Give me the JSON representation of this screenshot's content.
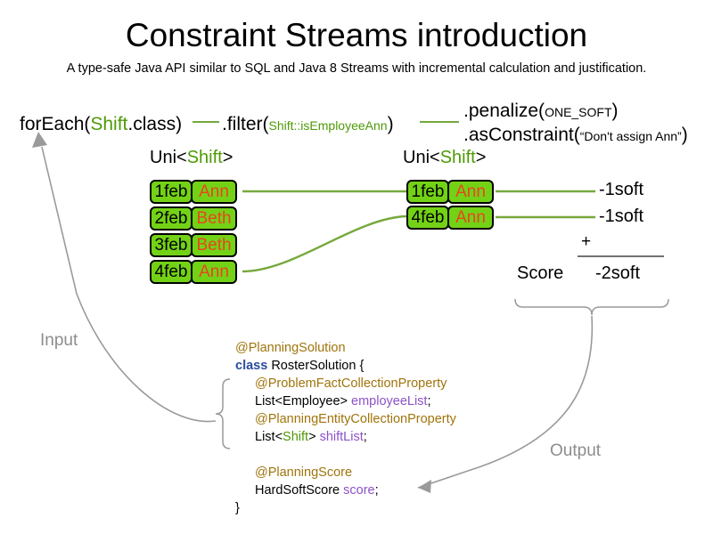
{
  "header": {
    "title": "Constraint Streams introduction",
    "subtitle": "A type-safe Java API similar to SQL and Java 8 Streams with incremental calculation and justification."
  },
  "pipeline": {
    "for_each": {
      "call": "forEach(",
      "arg_type": "Shift",
      "arg_rest": ".class)"
    },
    "filter": {
      "call": ".filter(",
      "arg": "Shift::isEmployeeAnn",
      "close": ")"
    },
    "penalize": {
      "call": ".penalize(",
      "arg": "ONE_SOFT",
      "close": ")"
    },
    "as_constraint": {
      "call": ".asConstraint(",
      "arg": "“Don't assign Ann”",
      "close": ")"
    }
  },
  "streams": {
    "left": {
      "caption_prefix": "Uni<",
      "caption_type": "Shift",
      "caption_suffix": ">",
      "rows": [
        {
          "date": "1feb",
          "employee": "Ann"
        },
        {
          "date": "2feb",
          "employee": "Beth"
        },
        {
          "date": "3feb",
          "employee": "Beth"
        },
        {
          "date": "4feb",
          "employee": "Ann"
        }
      ]
    },
    "right": {
      "caption_prefix": "Uni<",
      "caption_type": "Shift",
      "caption_suffix": ">",
      "rows": [
        {
          "date": "1feb",
          "employee": "Ann",
          "penalty": "-1soft"
        },
        {
          "date": "4feb",
          "employee": "Ann",
          "penalty": "-1soft"
        }
      ]
    }
  },
  "score": {
    "label": "Score",
    "operator": "+",
    "total": "-2soft"
  },
  "flow": {
    "input_label": "Input",
    "output_label": "Output"
  },
  "code": {
    "lines": [
      {
        "kind": "ann",
        "indent": 0,
        "text": "@PlanningSolution"
      },
      {
        "kind": "class",
        "indent": 0,
        "kw": "class",
        "text": " RosterSolution {"
      },
      {
        "kind": "ann",
        "indent": 1,
        "text": "@ProblemFactCollectionProperty"
      },
      {
        "kind": "field",
        "indent": 1,
        "type": "List<Employee> ",
        "name": "employeeList",
        "tail": ";"
      },
      {
        "kind": "ann",
        "indent": 1,
        "text": "@PlanningEntityCollectionProperty"
      },
      {
        "kind": "field-generic",
        "indent": 1,
        "pre": "List<",
        "generic": "Shift",
        "post": "> ",
        "name": "shiftList",
        "tail": ";"
      },
      {
        "kind": "gap",
        "indent": 0,
        "text": ""
      },
      {
        "kind": "ann",
        "indent": 1,
        "text": "@PlanningScore"
      },
      {
        "kind": "field",
        "indent": 1,
        "type": "HardSoftScore ",
        "name": "score",
        "tail": ";"
      },
      {
        "kind": "plain",
        "indent": 0,
        "text": "}"
      }
    ]
  },
  "colors": {
    "card_fill": "#73d216",
    "card_name_text": "#e8461e",
    "type_green": "#4e9a06",
    "connector_green": "#76a83c",
    "flow_gray": "#8d8d8d",
    "annotation_gold": "#a0740c",
    "keyword_blue": "#2a4d9e",
    "field_purple": "#8c52c9"
  }
}
